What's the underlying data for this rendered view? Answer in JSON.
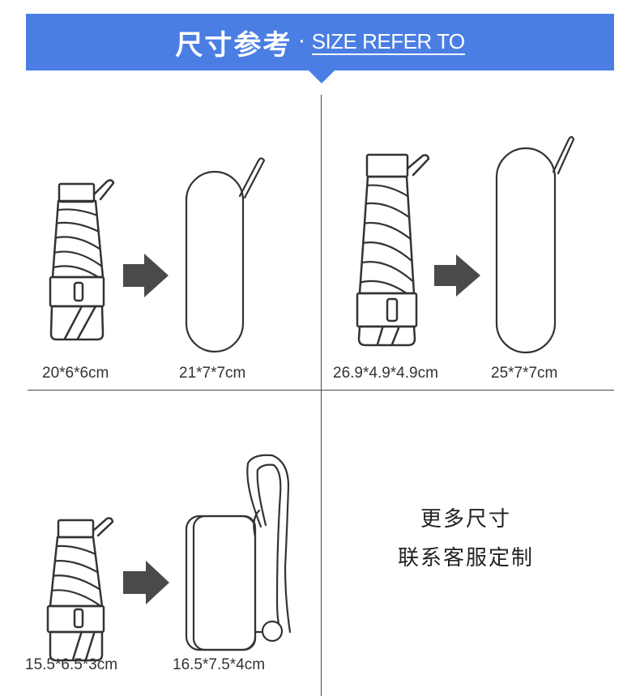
{
  "header": {
    "title_cn": "尺寸参考",
    "separator": "·",
    "title_en": "SIZE REFER TO",
    "color": "#4a7ee3"
  },
  "panels": [
    {
      "umbrella_size": "20*6*6cm",
      "case_size": "21*7*7cm"
    },
    {
      "umbrella_size": "26.9*4.9*4.9cm",
      "case_size": "25*7*7cm"
    },
    {
      "umbrella_size": "15.5*6.5*3cm",
      "case_size": "16.5*7.5*4cm"
    }
  ],
  "more_sizes": {
    "line1": "更多尺寸",
    "line2": "联系客服定制"
  },
  "icons": [
    "umbrella-icon",
    "arrow-right-icon",
    "case-icon",
    "flat-case-icon"
  ]
}
